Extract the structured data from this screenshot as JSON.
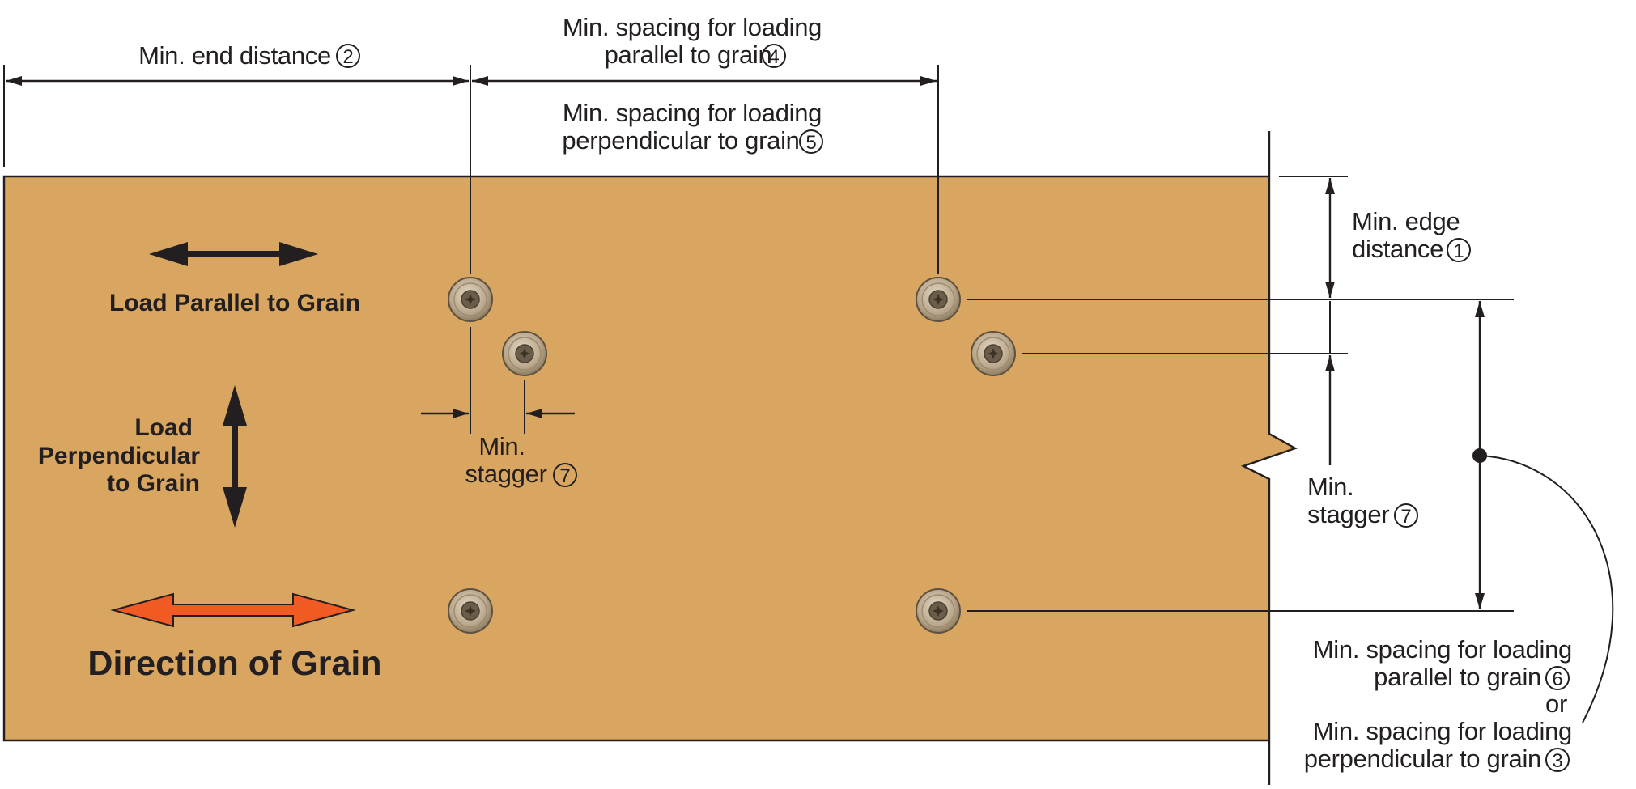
{
  "colors": {
    "wood": "#d9a661",
    "wood_edge": "#231f20",
    "ink": "#231f20",
    "grain_arrow": "#f15a22",
    "screw_head": "#c4b49c",
    "screw_rim": "#7a6a55"
  },
  "labels": {
    "end_distance": "Min. end distance",
    "end_distance_num": "2",
    "spacing_parallel_top_1": "Min. spacing for loading",
    "spacing_parallel_top_2": "parallel to grain",
    "spacing_parallel_top_num": "4",
    "spacing_perp_top_1": "Min. spacing for loading",
    "spacing_perp_top_2": "perpendicular to grain",
    "spacing_perp_top_num": "5",
    "edge_distance_1": "Min. edge",
    "edge_distance_2": "distance",
    "edge_distance_num": "1",
    "stagger_center_1": "Min.",
    "stagger_center_2": "stagger",
    "stagger_center_num": "7",
    "stagger_right_1": "Min.",
    "stagger_right_2": "stagger",
    "stagger_right_num": "7",
    "spacing_parallel_right_1": "Min. spacing for loading",
    "spacing_parallel_right_2": "parallel to grain",
    "spacing_parallel_right_num": "6",
    "or": "or",
    "spacing_perp_right_1": "Min. spacing for loading",
    "spacing_perp_right_2": "perpendicular to grain",
    "spacing_perp_right_num": "3"
  },
  "legend": {
    "load_parallel": "Load Parallel to Grain",
    "load_perp_1": "Load",
    "load_perp_2": "Perpendicular",
    "load_perp_3": "to Grain",
    "grain_direction": "Direction of Grain"
  },
  "icons": {
    "fastener": "screw-head-icon",
    "number_marker": "circled-number-icon"
  }
}
